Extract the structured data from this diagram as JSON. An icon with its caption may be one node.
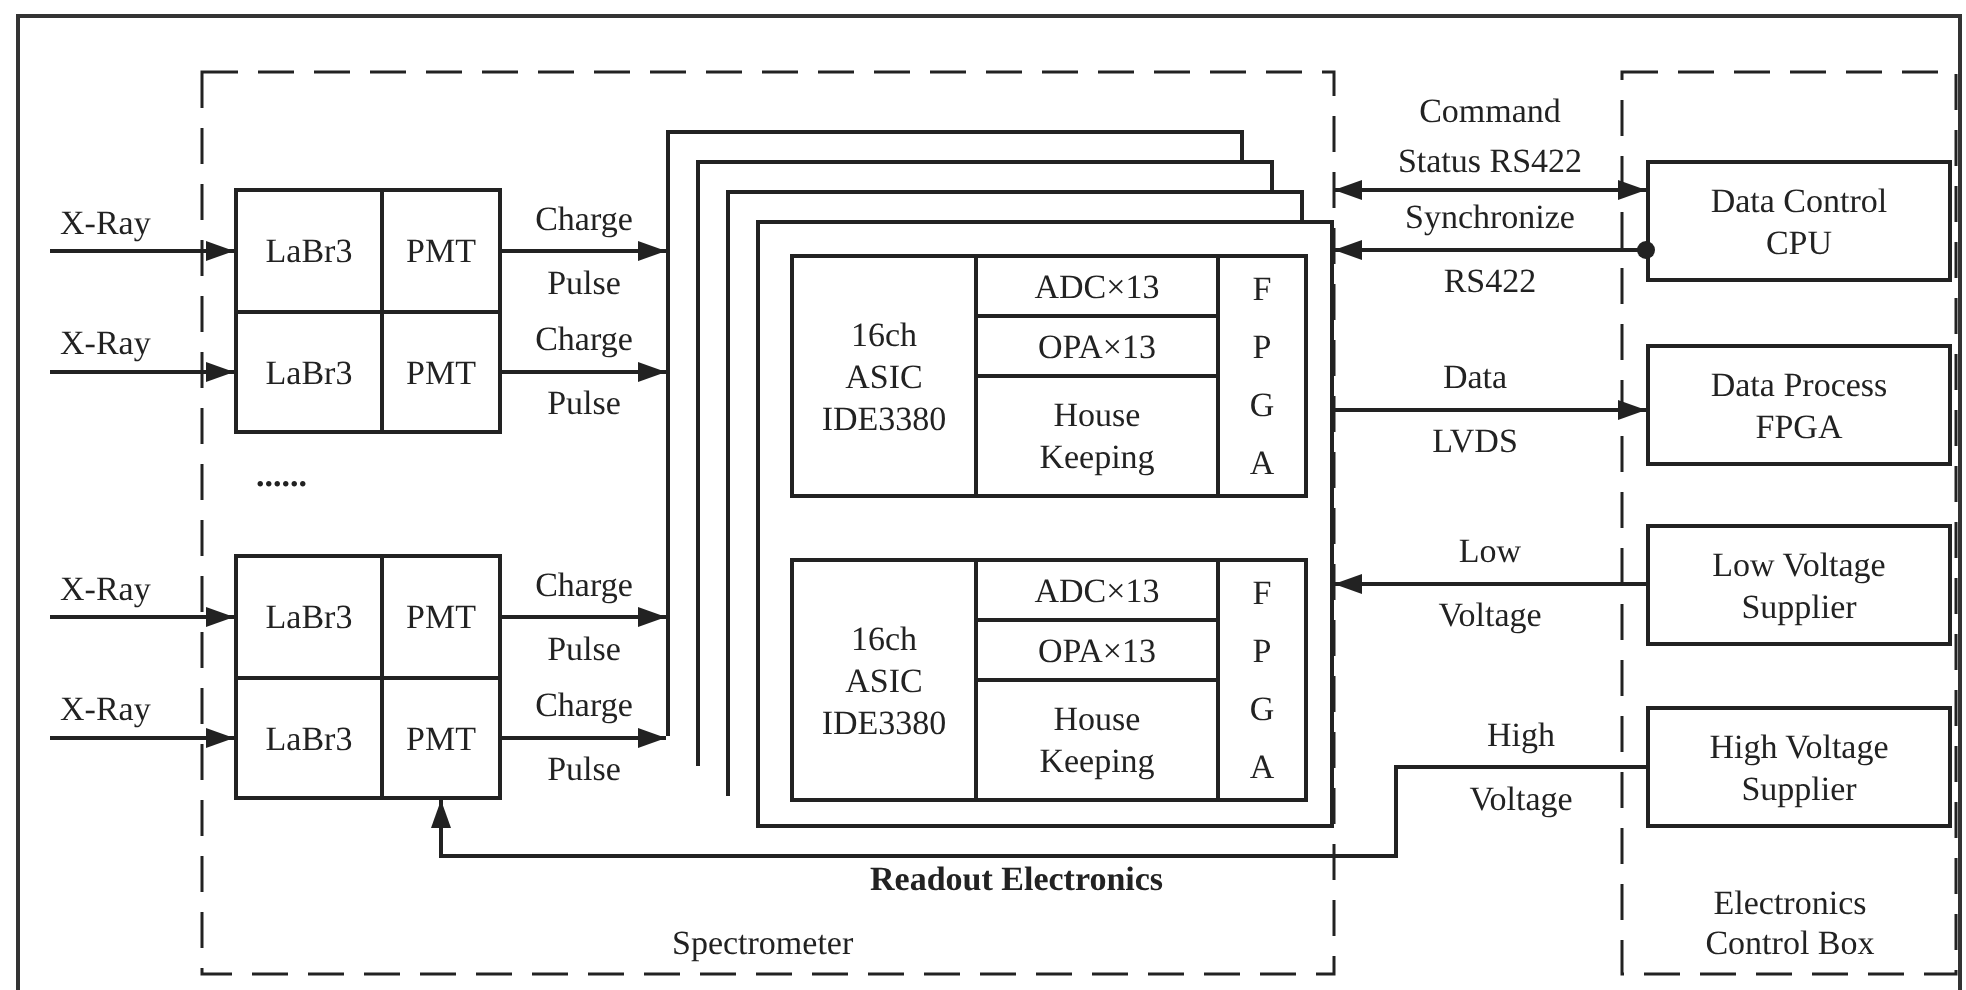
{
  "diagram": {
    "nodes": [
      {
        "text": [
          "Spectrometer"
        ]
      },
      {
        "text": [
          "Electronics Control Box"
        ]
      },
      {
        "text": [
          "LaBr3"
        ],
        "in": 0
      },
      {
        "text": [
          "PMT"
        ],
        "in": 0
      },
      {
        "text": [
          "LaBr3"
        ],
        "in": 0
      },
      {
        "text": [
          "PMT"
        ],
        "in": 0
      },
      {
        "text": [
          "LaBr3"
        ],
        "in": 0
      },
      {
        "text": [
          "PMT"
        ],
        "in": 0
      },
      {
        "text": [
          "LaBr3"
        ],
        "in": 0
      },
      {
        "text": [
          "PMT"
        ],
        "in": 0
      },
      {
        "text": [
          "Readout Electronics"
        ],
        "in": 0
      },
      {
        "text": [
          "16ch ASIC IDE3380"
        ],
        "in": 10
      },
      {
        "text": [
          "ADC×13"
        ],
        "in": 10
      },
      {
        "text": [
          "OPA×13"
        ],
        "in": 10
      },
      {
        "text": [
          "House Keeping"
        ],
        "in": 10
      },
      {
        "text": [
          "F P G A"
        ],
        "in": 10
      },
      {
        "text": [
          "16ch ASIC IDE3380"
        ],
        "in": 10
      },
      {
        "text": [
          "ADC×13"
        ],
        "in": 10
      },
      {
        "text": [
          "OPA×13"
        ],
        "in": 10
      },
      {
        "text": [
          "House Keeping"
        ],
        "in": 10
      },
      {
        "text": [
          "F P G A"
        ],
        "in": 10
      },
      {
        "text": [
          "Data Control CPU"
        ],
        "in": 1
      },
      {
        "text": [
          "Data Process FPGA"
        ],
        "in": 1
      },
      {
        "text": [
          "Low Voltage Supplier"
        ],
        "in": 1
      },
      {
        "text": [
          "High Voltage Supplier"
        ],
        "in": 1
      }
    ],
    "edges": [
      {
        "from": null,
        "to": 2,
        "arrow": "to",
        "label": "X-Ray"
      },
      {
        "from": null,
        "to": 4,
        "arrow": "to",
        "label": "X-Ray"
      },
      {
        "from": null,
        "to": 6,
        "arrow": "to",
        "label": "X-Ray"
      },
      {
        "from": null,
        "to": 8,
        "arrow": "to",
        "label": "X-Ray"
      },
      {
        "from": 3,
        "to": 10,
        "arrow": "to",
        "label": "Charge Pulse"
      },
      {
        "from": 5,
        "to": 10,
        "arrow": "to",
        "label": "Charge Pulse"
      },
      {
        "from": 7,
        "to": 10,
        "arrow": "to",
        "label": "Charge Pulse"
      },
      {
        "from": 9,
        "to": 10,
        "arrow": "to",
        "label": "Charge Pulse"
      },
      {
        "from": 10,
        "to": 21,
        "arrow": "both",
        "label": "Command Status RS422"
      },
      {
        "from": 21,
        "to": 10,
        "arrow": "to",
        "label": "Synchronize RS422"
      },
      {
        "from": 15,
        "to": 22,
        "arrow": "to",
        "label": "Data LVDS"
      },
      {
        "from": 23,
        "to": 10,
        "arrow": "to",
        "label": "Low Voltage"
      },
      {
        "from": 24,
        "to": 9,
        "arrow": "to",
        "label": "High Voltage"
      }
    ],
    "labels": [
      "......"
    ]
  }
}
